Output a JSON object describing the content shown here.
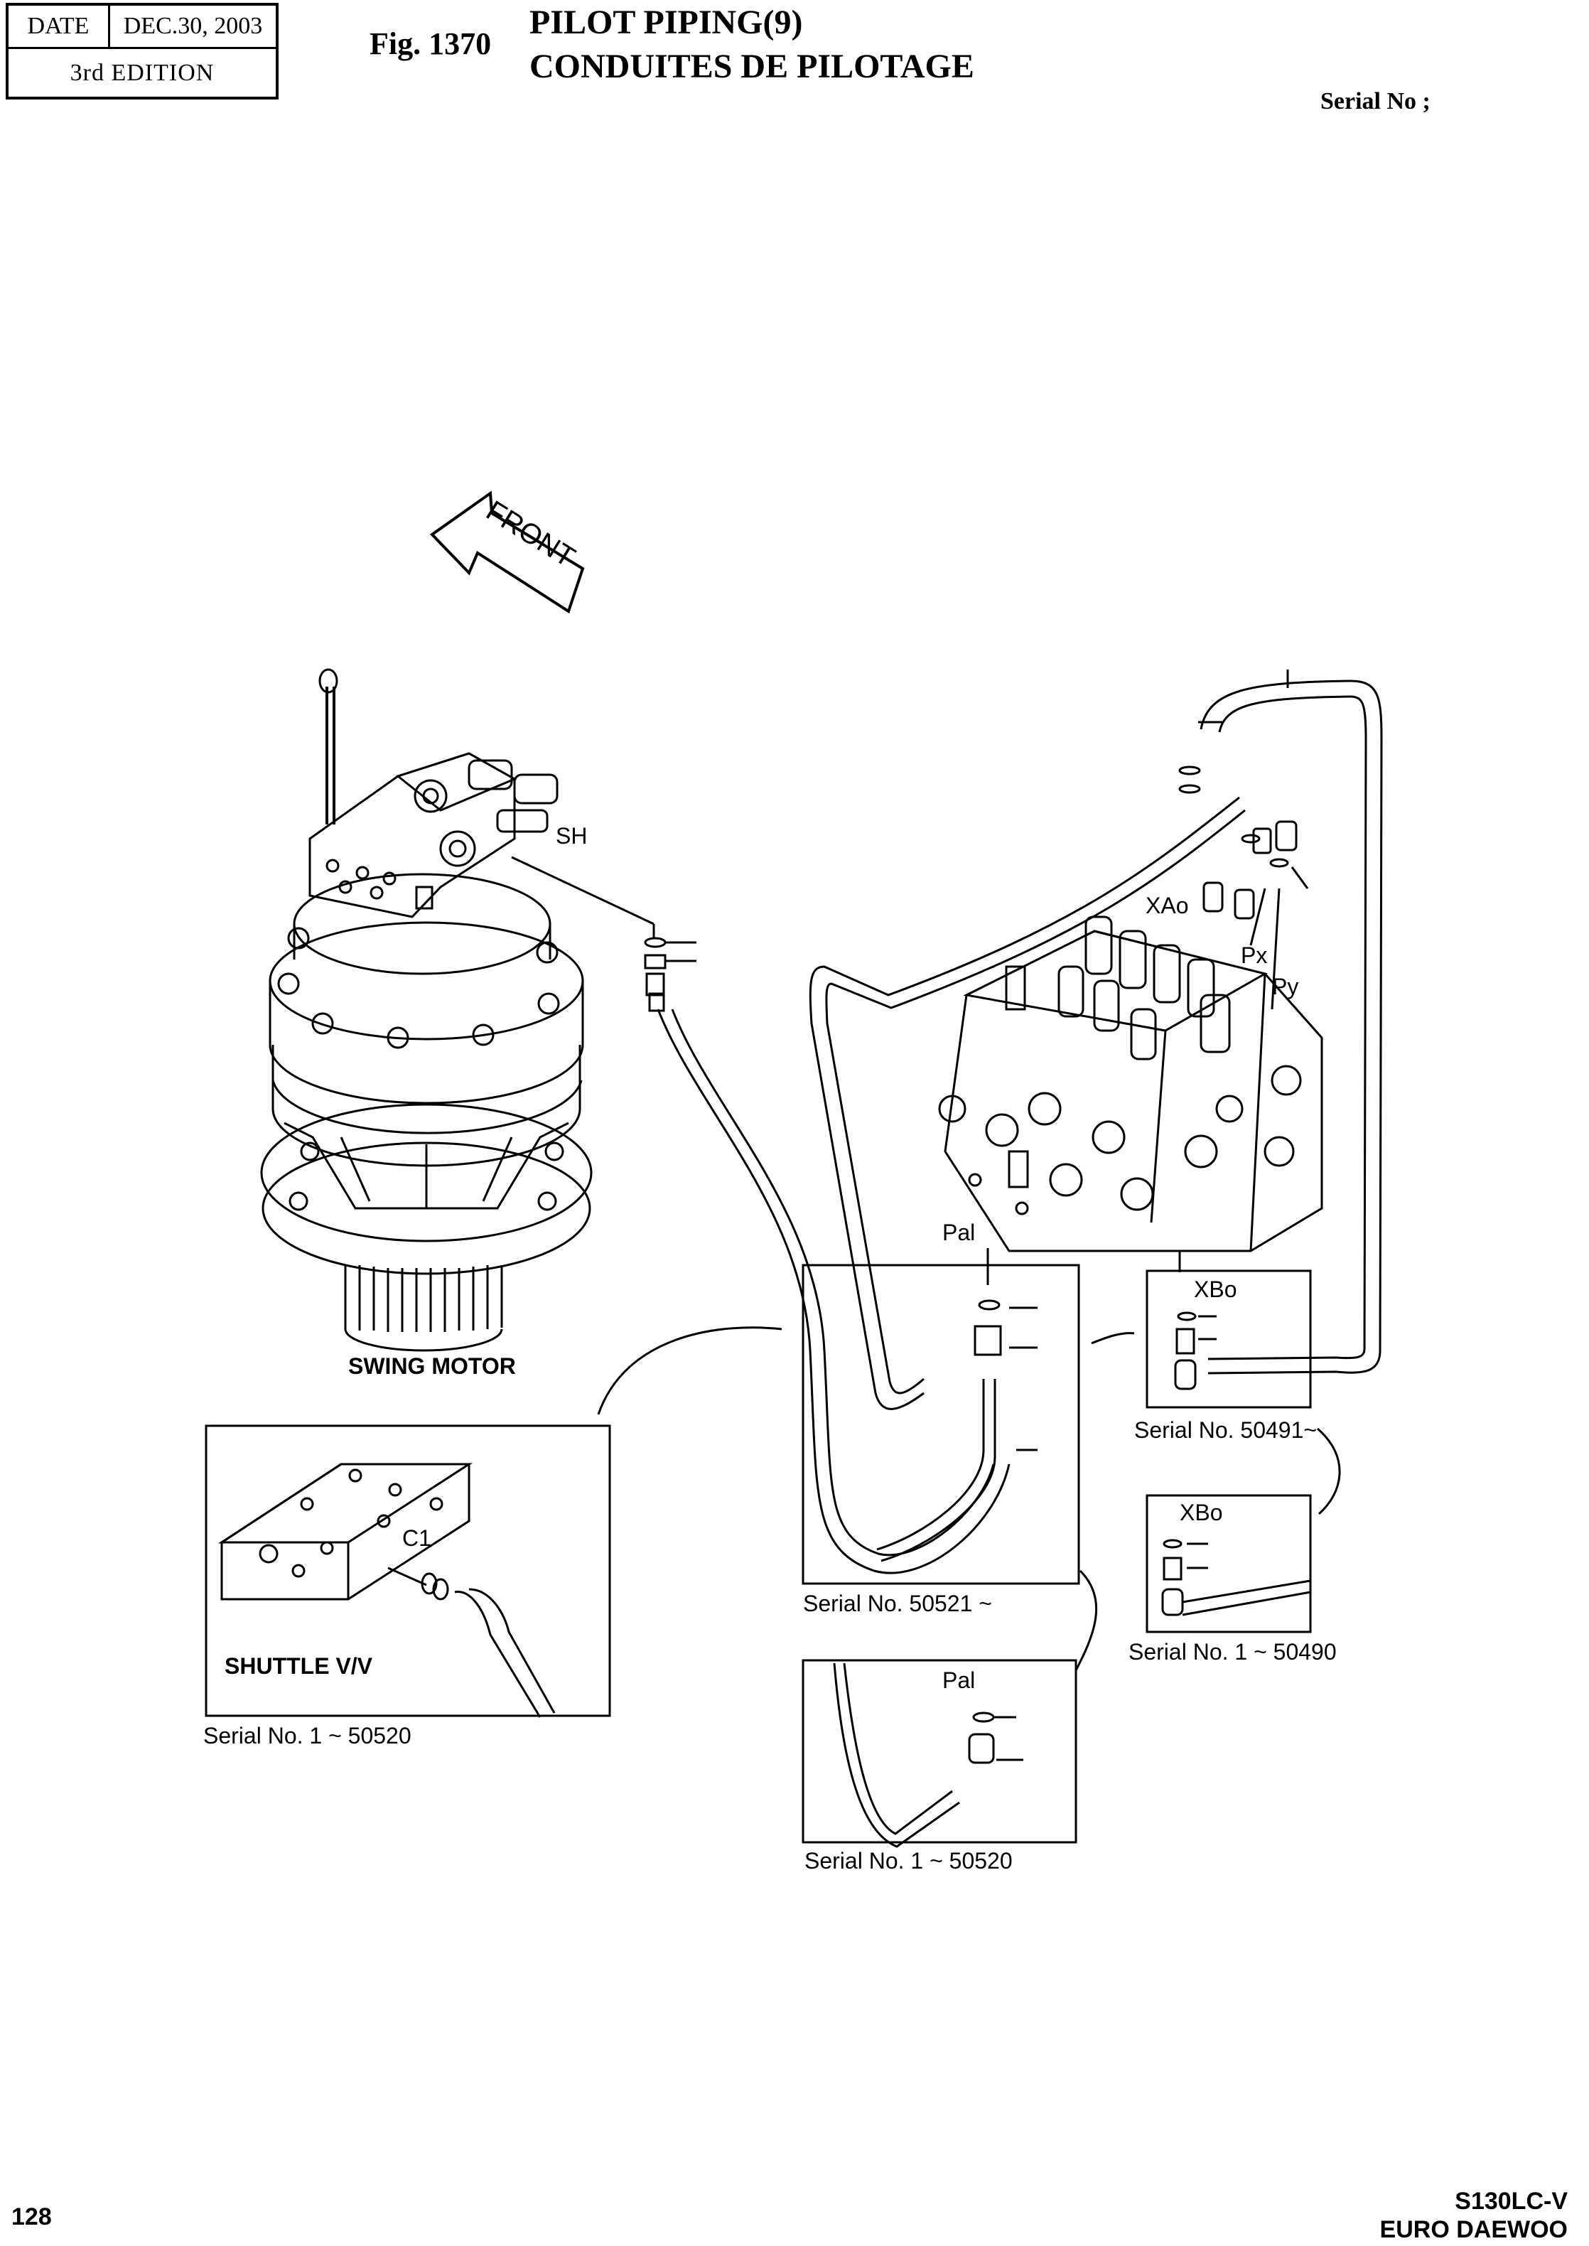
{
  "header": {
    "date_label": "DATE",
    "date_value": "DEC.30, 2003",
    "edition": "3rd  EDITION",
    "fig_number": "Fig. 1370",
    "title_line1": "PILOT PIPING(9)",
    "title_line2": "CONDUITES DE PILOTAGE",
    "serial_label": "Serial No ;"
  },
  "diagram": {
    "front_arrow": "FRONT",
    "components": {
      "swing_motor": "SWING MOTOR",
      "shuttle_valve": "SHUTTLE V/V"
    },
    "ports": {
      "sh": "SH",
      "xao": "XAo",
      "px": "Px",
      "py": "Py",
      "pal_main": "Pal",
      "xbo_main": "XBo",
      "xbo_inset": "XBo",
      "c1": "C1",
      "pal_inset": "Pal"
    },
    "serials": {
      "shuttle_inset": "Serial No. 1 ~ 50520",
      "pal_main_inset": "Serial No. 50521 ~",
      "pal_small_inset": "Serial No. 1 ~ 50520",
      "xbo_main_inset": "Serial No. 50491~",
      "xbo_small_inset": "Serial No. 1 ~ 50490"
    }
  },
  "footer": {
    "page_number": "128",
    "model": "S130LC-V",
    "brand": "EURO DAEWOO"
  }
}
